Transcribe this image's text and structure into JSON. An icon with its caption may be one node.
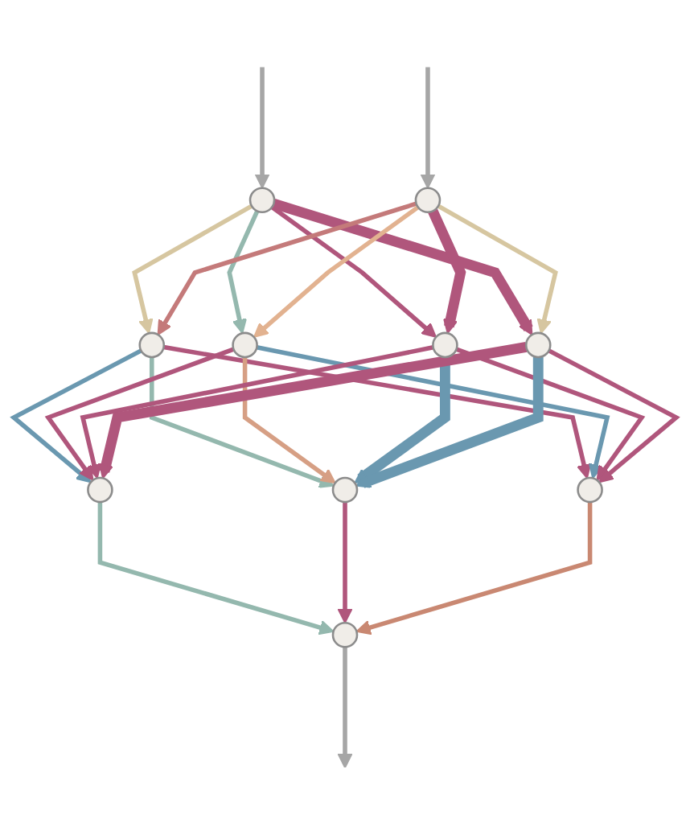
{
  "diagram": {
    "nodes": [
      {
        "text": [],
        "shape": "circle"
      },
      {
        "text": [],
        "shape": "circle"
      },
      {
        "text": [],
        "shape": "circle"
      },
      {
        "text": [],
        "shape": "circle"
      },
      {
        "text": [],
        "shape": "circle"
      },
      {
        "text": [],
        "shape": "circle"
      },
      {
        "text": [],
        "shape": "circle"
      },
      {
        "text": [],
        "shape": "circle"
      },
      {
        "text": [],
        "shape": "circle"
      },
      {
        "text": [],
        "shape": "circle"
      }
    ],
    "edges": [
      {
        "from": null,
        "to": 0,
        "arrow": "to",
        "color": "#a6a6a6"
      },
      {
        "from": null,
        "to": 1,
        "arrow": "to",
        "color": "#a6a6a6"
      },
      {
        "from": 0,
        "to": 2,
        "arrow": "to",
        "color": "#d6c6a0"
      },
      {
        "from": 0,
        "to": 3,
        "arrow": "to",
        "color": "#94b8ae"
      },
      {
        "from": 0,
        "to": 4,
        "arrow": "to",
        "color": "#b0567c"
      },
      {
        "from": 0,
        "to": 5,
        "arrow": "to",
        "style": "thick",
        "color": "#b0567c"
      },
      {
        "from": 1,
        "to": 2,
        "arrow": "to",
        "color": "#c47a7a"
      },
      {
        "from": 1,
        "to": 3,
        "arrow": "to",
        "color": "#e2b290"
      },
      {
        "from": 1,
        "to": 4,
        "arrow": "to",
        "style": "thick",
        "color": "#b0567c"
      },
      {
        "from": 1,
        "to": 5,
        "arrow": "to",
        "color": "#d6c6a0"
      },
      {
        "from": 2,
        "to": 6,
        "arrow": "to",
        "color": "#6a98b0"
      },
      {
        "from": 2,
        "to": 7,
        "arrow": "to",
        "color": "#94b8ae"
      },
      {
        "from": 2,
        "to": 8,
        "arrow": "to",
        "color": "#b0567c"
      },
      {
        "from": 3,
        "to": 6,
        "arrow": "to",
        "color": "#b0567c"
      },
      {
        "from": 3,
        "to": 7,
        "arrow": "to",
        "color": "#d69f84"
      },
      {
        "from": 3,
        "to": 8,
        "arrow": "to",
        "color": "#6a98b0"
      },
      {
        "from": 4,
        "to": 6,
        "arrow": "to",
        "color": "#b0567c"
      },
      {
        "from": 4,
        "to": 7,
        "arrow": "to",
        "style": "thick",
        "color": "#6a98b0"
      },
      {
        "from": 4,
        "to": 8,
        "arrow": "to",
        "color": "#b0567c"
      },
      {
        "from": 5,
        "to": 6,
        "arrow": "to",
        "style": "thick",
        "color": "#b0567c"
      },
      {
        "from": 5,
        "to": 7,
        "arrow": "to",
        "style": "thick",
        "color": "#6a98b0"
      },
      {
        "from": 5,
        "to": 8,
        "arrow": "to",
        "color": "#b0567c"
      },
      {
        "from": 6,
        "to": 9,
        "arrow": "to",
        "color": "#94b8ae"
      },
      {
        "from": 7,
        "to": 9,
        "arrow": "to",
        "color": "#b0567c"
      },
      {
        "from": 8,
        "to": 9,
        "arrow": "to",
        "color": "#c98872"
      },
      {
        "from": 9,
        "to": null,
        "arrow": "to",
        "color": "#a6a6a6"
      }
    ]
  }
}
